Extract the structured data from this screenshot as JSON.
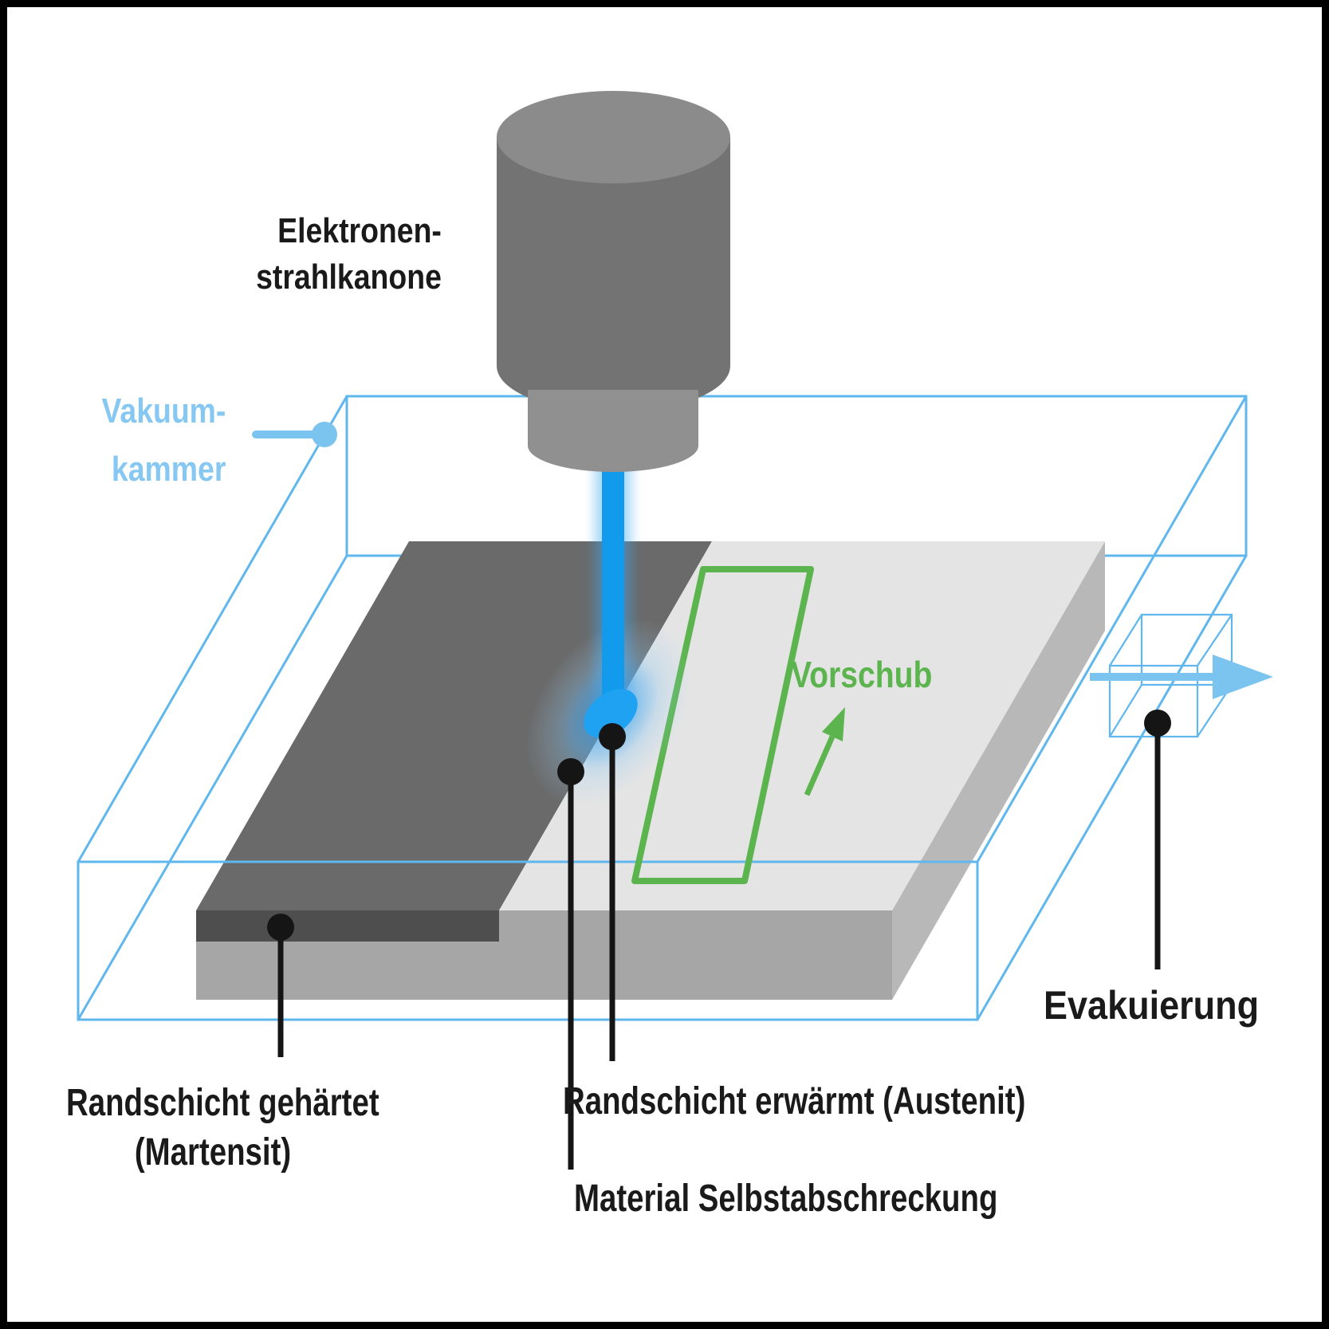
{
  "labels": {
    "electron_gun": {
      "line1": "Elektronen-",
      "line2": "strahlkanone"
    },
    "vacuum_chamber": {
      "line1": "Vakuum-",
      "line2": "kammer"
    },
    "feed": "Vorschub",
    "evacuation": "Evakuierung",
    "hardened_layer": {
      "line1": "Randschicht gehärtet",
      "line2": "(Martensit)"
    },
    "heated_layer": "Randschicht erwärmt (Austenit)",
    "self_quenching": "Material Selbstabschreckung"
  },
  "colors": {
    "chamber_wireframe": "#5fb7ed",
    "chamber_label": "#87c8f2",
    "arrow_blue": "#7cc4f0",
    "beam_core": "#129bec",
    "beam_spot": "#1fa2f2",
    "feed_green": "#5cb44e",
    "slab_top_hardened": "#6a6a6a",
    "slab_top_untreated": "#e4e4e4",
    "slab_front": "#a6a6a6",
    "slab_side": "#b8b8b8",
    "hardened_layer_edge": "#4e4e4e",
    "gun_body": "#737373",
    "gun_top": "#8b8b8b",
    "gun_collar": "#909090",
    "leader_black": "#151515",
    "label_black": "#1a1a1a"
  }
}
